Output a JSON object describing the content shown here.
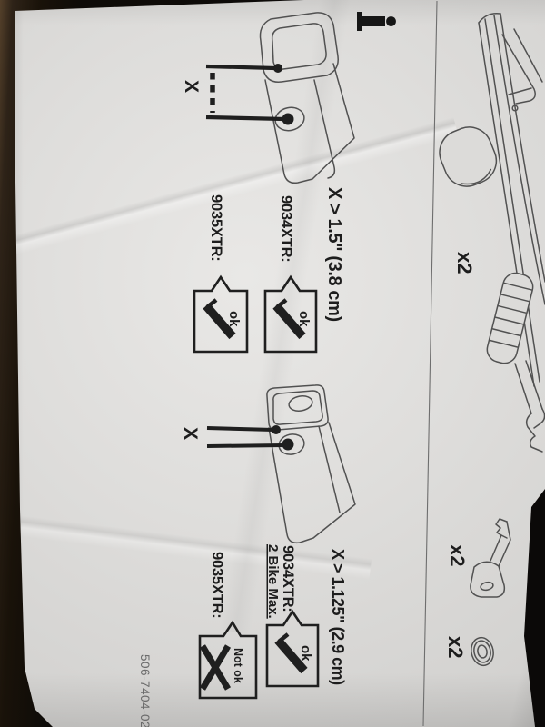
{
  "header": {
    "info_icon": "i"
  },
  "fitment_top": {
    "x_label": "X",
    "dimension": "X > 1.5\" (3.8 cm)",
    "rows": [
      {
        "model": "9034XTR:",
        "status": "ok"
      },
      {
        "model": "9035XTR:",
        "status": "ok"
      }
    ]
  },
  "fitment_bottom": {
    "x_label": "X",
    "dimension": "X > 1.125\" (2.9 cm)",
    "rows": [
      {
        "model": "9034XTR:",
        "note": "2 Bike Max.",
        "status": "ok"
      },
      {
        "model": "9035XTR:",
        "status": "Not ok"
      }
    ]
  },
  "parts": {
    "arm_qty": "x2",
    "key_qty": "x2",
    "washer_qty": "x2"
  },
  "footer": {
    "doc_number": "506-7404-02"
  },
  "icons": {
    "info_icon": "i",
    "check_icon": "✓",
    "cross_icon": "✕"
  },
  "colors": {
    "ink": "#1d1d1d",
    "line_art": "#515151",
    "paper": "#dcdbd9",
    "background": "#0e0b08"
  }
}
